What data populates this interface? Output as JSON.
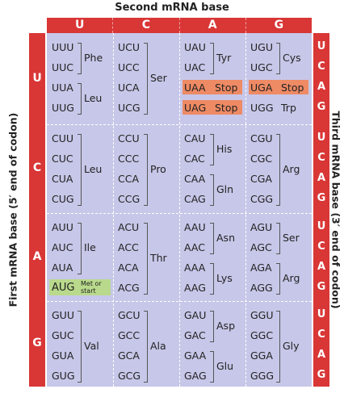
{
  "titles": {
    "top": "Second mRNA base",
    "left": "First mRNA base  (5′ end of codon)",
    "right": "Third mRNA base  (3′ end of codon)"
  },
  "bases": [
    "U",
    "C",
    "A",
    "G"
  ],
  "rows": [
    {
      "base": "U",
      "cols": [
        {
          "codons": [
            "UUU",
            "UUC",
            "UUA",
            "UUG"
          ],
          "aa": [
            {
              "name": "Phe",
              "from": 0,
              "to": 1
            },
            {
              "name": "Leu",
              "from": 2,
              "to": 3
            }
          ]
        },
        {
          "codons": [
            "UCU",
            "UCC",
            "UCA",
            "UCG"
          ],
          "aa": [
            {
              "name": "Ser",
              "from": 0,
              "to": 3
            }
          ]
        },
        {
          "codons": [
            "UAU",
            "UAC",
            "UAA",
            "UAG"
          ],
          "aa": [
            {
              "name": "Tyr",
              "from": 0,
              "to": 1
            }
          ],
          "stops": [
            {
              "index": 2,
              "label": "Stop"
            },
            {
              "index": 3,
              "label": "Stop"
            }
          ]
        },
        {
          "codons": [
            "UGU",
            "UGC",
            "UGA",
            "UGG"
          ],
          "aa": [
            {
              "name": "Cys",
              "from": 0,
              "to": 1
            }
          ],
          "stops": [
            {
              "index": 2,
              "label": "Stop"
            }
          ],
          "single": [
            {
              "index": 3,
              "label": "Trp"
            }
          ]
        }
      ]
    },
    {
      "base": "C",
      "cols": [
        {
          "codons": [
            "CUU",
            "CUC",
            "CUA",
            "CUG"
          ],
          "aa": [
            {
              "name": "Leu",
              "from": 0,
              "to": 3
            }
          ]
        },
        {
          "codons": [
            "CCU",
            "CCC",
            "CCA",
            "CCG"
          ],
          "aa": [
            {
              "name": "Pro",
              "from": 0,
              "to": 3
            }
          ]
        },
        {
          "codons": [
            "CAU",
            "CAC",
            "CAA",
            "CAG"
          ],
          "aa": [
            {
              "name": "His",
              "from": 0,
              "to": 1
            },
            {
              "name": "Gln",
              "from": 2,
              "to": 3
            }
          ]
        },
        {
          "codons": [
            "CGU",
            "CGC",
            "CGA",
            "CGG"
          ],
          "aa": [
            {
              "name": "Arg",
              "from": 0,
              "to": 3
            }
          ]
        }
      ]
    },
    {
      "base": "A",
      "cols": [
        {
          "codons": [
            "AUU",
            "AUC",
            "AUA",
            "AUG"
          ],
          "aa": [
            {
              "name": "Ile",
              "from": 0,
              "to": 2
            }
          ],
          "start": {
            "index": 3,
            "label_line1": "Met or",
            "label_line2": "start"
          }
        },
        {
          "codons": [
            "ACU",
            "ACC",
            "ACA",
            "ACG"
          ],
          "aa": [
            {
              "name": "Thr",
              "from": 0,
              "to": 3
            }
          ]
        },
        {
          "codons": [
            "AAU",
            "AAC",
            "AAA",
            "AAG"
          ],
          "aa": [
            {
              "name": "Asn",
              "from": 0,
              "to": 1
            },
            {
              "name": "Lys",
              "from": 2,
              "to": 3
            }
          ]
        },
        {
          "codons": [
            "AGU",
            "AGC",
            "AGA",
            "AGG"
          ],
          "aa": [
            {
              "name": "Ser",
              "from": 0,
              "to": 1
            },
            {
              "name": "Arg",
              "from": 2,
              "to": 3
            }
          ]
        }
      ]
    },
    {
      "base": "G",
      "cols": [
        {
          "codons": [
            "GUU",
            "GUC",
            "GUA",
            "GUG"
          ],
          "aa": [
            {
              "name": "Val",
              "from": 0,
              "to": 3
            }
          ]
        },
        {
          "codons": [
            "GCU",
            "GCC",
            "GCA",
            "GCG"
          ],
          "aa": [
            {
              "name": "Ala",
              "from": 0,
              "to": 3
            }
          ]
        },
        {
          "codons": [
            "GAU",
            "GAC",
            "GAA",
            "GAG"
          ],
          "aa": [
            {
              "name": "Asp",
              "from": 0,
              "to": 1
            },
            {
              "name": "Glu",
              "from": 2,
              "to": 3
            }
          ]
        },
        {
          "codons": [
            "GGU",
            "GGC",
            "GGA",
            "GGG"
          ],
          "aa": [
            {
              "name": "Gly",
              "from": 0,
              "to": 3
            }
          ]
        }
      ]
    }
  ],
  "colors": {
    "header_red": "#d93636",
    "grid_lavender": "#c7c7e9",
    "stop_orange": "#ee8a64",
    "start_green": "#b9d98c"
  }
}
